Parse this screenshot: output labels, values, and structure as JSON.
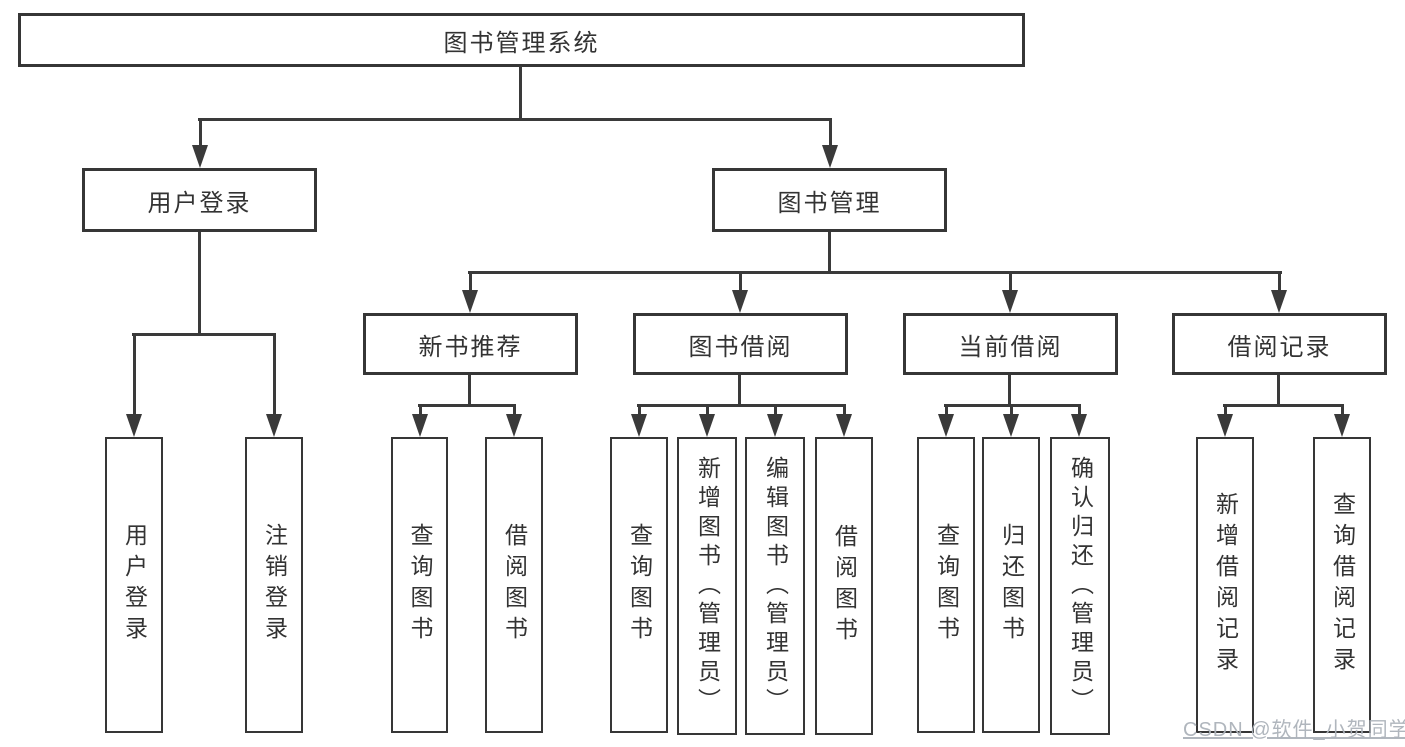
{
  "diagram": {
    "root": {
      "label": "图书管理系统"
    },
    "level2": [
      {
        "label": "用户登录"
      },
      {
        "label": "图书管理"
      }
    ],
    "level3": [
      {
        "label": "新书推荐"
      },
      {
        "label": "图书借阅"
      },
      {
        "label": "当前借阅"
      },
      {
        "label": "借阅记录"
      }
    ],
    "leaves": {
      "user_login": [
        "用户登录",
        "注销登录"
      ],
      "new_book_recommend": [
        "查询图书",
        "借阅图书"
      ],
      "book_borrow": [
        "查询图书",
        "新增图书（管理员）",
        "编辑图书（管理员）",
        "借阅图书"
      ],
      "current_borrow": [
        "查询图书",
        "归还图书",
        "确认归还（管理员）"
      ],
      "borrow_records": [
        "新增借阅记录",
        "查询借阅记录"
      ]
    },
    "watermark": "CSDN @软件_小贺同学",
    "colors": {
      "line": "#3a3a3a",
      "border": "#363636",
      "text": "#333333",
      "background": "#ffffff",
      "watermark": "#acb2b9"
    }
  }
}
